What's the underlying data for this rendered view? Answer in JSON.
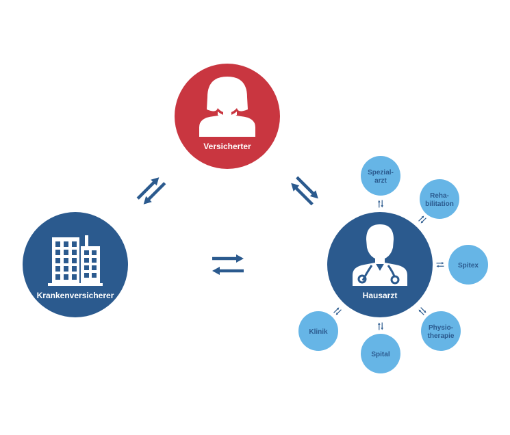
{
  "colors": {
    "insured": "#c93640",
    "navy": "#2b5a8e",
    "satellite": "#66b5e6",
    "satellite_text": "#2b5a8e",
    "arrow": "#2b5a8e",
    "background": "#ffffff"
  },
  "nodes": {
    "insured": {
      "label": "Versicherter",
      "icon": "person-icon"
    },
    "insurer": {
      "label": "Krankenversicherer",
      "icon": "building-icon"
    },
    "gp": {
      "label": "Hausarzt",
      "icon": "doctor-icon"
    }
  },
  "satellites": [
    {
      "id": "spezialarzt",
      "lines": [
        "Spezial-",
        "arzt"
      ]
    },
    {
      "id": "rehabilitation",
      "lines": [
        "Reha-",
        "bilitation"
      ]
    },
    {
      "id": "spitex",
      "lines": [
        "Spitex"
      ]
    },
    {
      "id": "physiotherapie",
      "lines": [
        "Physio-",
        "therapie"
      ]
    },
    {
      "id": "spital",
      "lines": [
        "Spital"
      ]
    },
    {
      "id": "klinik",
      "lines": [
        "Klinik"
      ]
    }
  ],
  "arrows": [
    "bidirectional-arrow-icon"
  ]
}
